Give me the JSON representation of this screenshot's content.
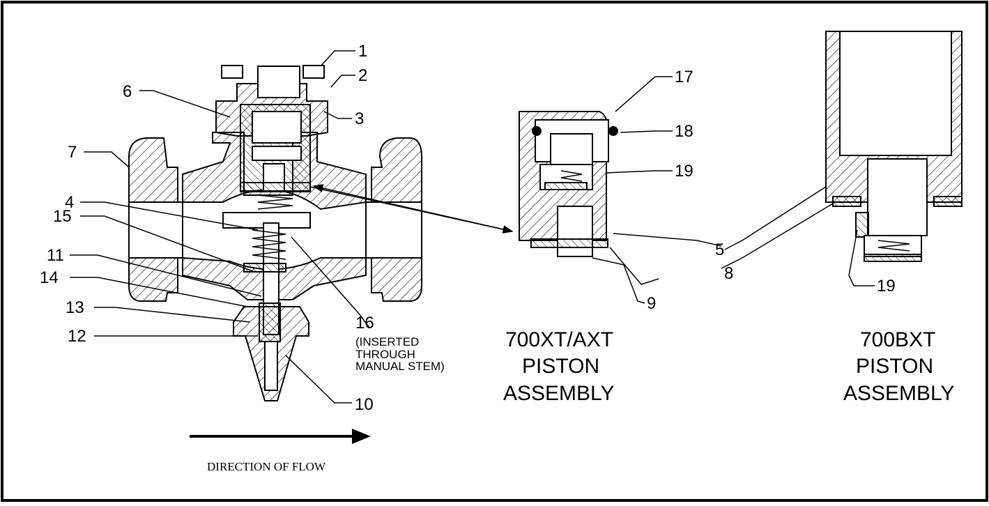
{
  "callouts": {
    "n1": "1",
    "n2": "2",
    "n3": "3",
    "n4": "4",
    "n5": "5",
    "n6": "6",
    "n7": "7",
    "n8": "8",
    "n9": "9",
    "n10": "10",
    "n11": "11",
    "n12": "12",
    "n13": "13",
    "n14": "14",
    "n15": "15",
    "n16": "16",
    "n17": "17",
    "n18": "18",
    "n19a": "19",
    "n19b": "19"
  },
  "note16": [
    "(INSERTED",
    "THROUGH",
    "MANUAL STEM)"
  ],
  "titles": {
    "axt": [
      "700XT/AXT",
      "PISTON",
      "ASSEMBLY"
    ],
    "bxt": [
      "700BXT",
      "PISTON",
      "ASSEMBLY"
    ]
  },
  "flow_label": "DIRECTION OF FLOW"
}
